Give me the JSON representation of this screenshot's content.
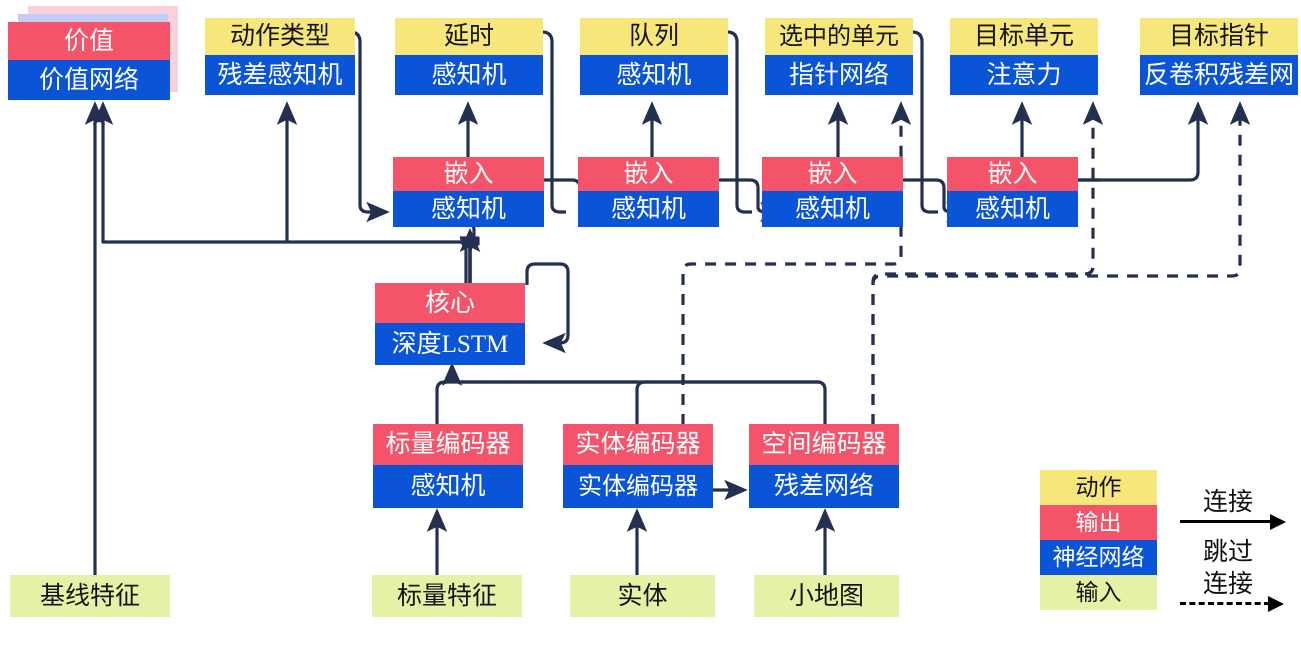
{
  "diagram": {
    "title": "AlphaStar-style agent architecture diagram",
    "colors": {
      "action": "#F7E77B",
      "output": "#F4536A",
      "network": "#0A54D8",
      "input": "#E4F2A6",
      "wire": "#24304F",
      "legend_arrow": "#000000"
    }
  },
  "nodes": {
    "value": {
      "top": "价值",
      "bottom": "价值网络"
    },
    "action_type": {
      "top": "动作类型",
      "bottom": "残差感知机"
    },
    "delay": {
      "top": "延时",
      "bottom": "感知机"
    },
    "queue": {
      "top": "队列",
      "bottom": "感知机"
    },
    "selected_units": {
      "top": "选中的单元",
      "bottom": "指针网络"
    },
    "target_unit": {
      "top": "目标单元",
      "bottom": "注意力"
    },
    "target_point": {
      "top": "目标指针",
      "bottom": "反卷积残差网"
    },
    "embed1": {
      "top": "嵌入",
      "bottom": "感知机"
    },
    "embed2": {
      "top": "嵌入",
      "bottom": "感知机"
    },
    "embed3": {
      "top": "嵌入",
      "bottom": "感知机"
    },
    "embed4": {
      "top": "嵌入",
      "bottom": "感知机"
    },
    "core": {
      "top": "核心",
      "bottom": "深度LSTM"
    },
    "scalar_encoder": {
      "top": "标量编码器",
      "bottom": "感知机"
    },
    "entity_encoder": {
      "top": "实体编码器",
      "bottom": "实体编码器"
    },
    "spatial_encoder": {
      "top": "空间编码器",
      "bottom": "残差网络"
    },
    "baseline_features": {
      "label": "基线特征"
    },
    "scalar_features": {
      "label": "标量特征"
    },
    "entities": {
      "label": "实体"
    },
    "minimap": {
      "label": "小地图"
    }
  },
  "legend": {
    "swatches": [
      {
        "key": "action",
        "label": "动作"
      },
      {
        "key": "output",
        "label": "输出"
      },
      {
        "key": "network",
        "label": "神经网络"
      },
      {
        "key": "input",
        "label": "输入"
      }
    ],
    "arrows": {
      "connection": "连接",
      "skip_line1": "跳过",
      "skip_line2": "连接"
    }
  }
}
